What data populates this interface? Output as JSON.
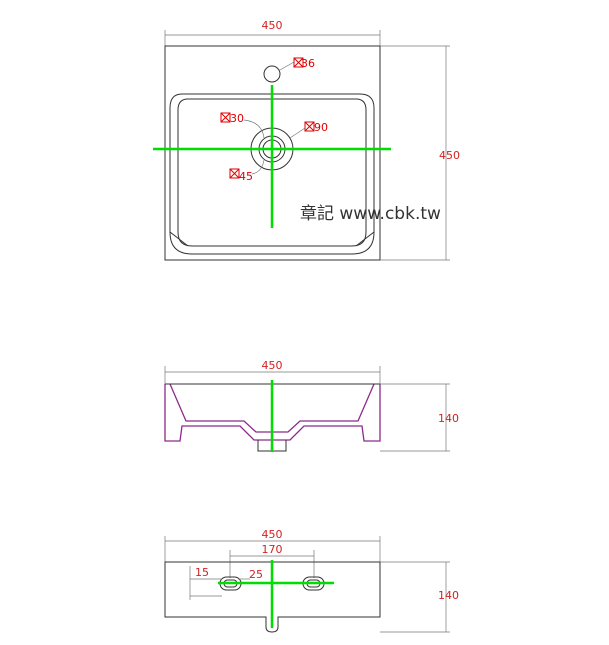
{
  "top_view": {
    "width_label": "450",
    "height_label": "450",
    "overflow_hole_label": "36",
    "drain_inner_label": "30",
    "drain_outer_label": "90",
    "drain_offset_label": "45"
  },
  "side_view": {
    "width_label": "450",
    "height_label": "140"
  },
  "back_view": {
    "width_label": "450",
    "hole_spacing_label": "170",
    "hole_left_label": "15",
    "hole_size_label": "25",
    "height_label": "140"
  },
  "watermark": "章記 www.cbk.tw",
  "colors": {
    "dimension_text": "#d42020",
    "centerline": "#00dd00",
    "section": "#8b2a8b"
  }
}
